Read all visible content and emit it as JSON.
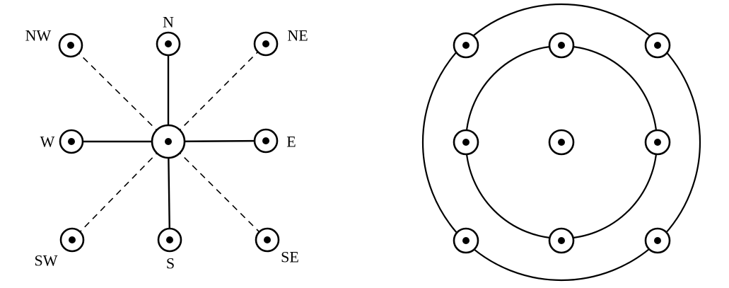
{
  "left_diagram": {
    "center": "C",
    "nodes": [
      {
        "id": "N",
        "label": "N",
        "link": "solid"
      },
      {
        "id": "NE",
        "label": "NE",
        "link": "dashed"
      },
      {
        "id": "E",
        "label": "E",
        "link": "solid"
      },
      {
        "id": "SE",
        "label": "SE",
        "link": "dashed"
      },
      {
        "id": "S",
        "label": "S",
        "link": "solid"
      },
      {
        "id": "SW",
        "label": "SW",
        "link": "dashed"
      },
      {
        "id": "W",
        "label": "W",
        "link": "solid"
      },
      {
        "id": "NW",
        "label": "NW",
        "link": "dashed"
      }
    ]
  },
  "right_diagram": {
    "rings": [
      "outer",
      "inner"
    ],
    "node_count": 9
  },
  "colors": {
    "stroke": "#000000",
    "background": "#ffffff"
  }
}
